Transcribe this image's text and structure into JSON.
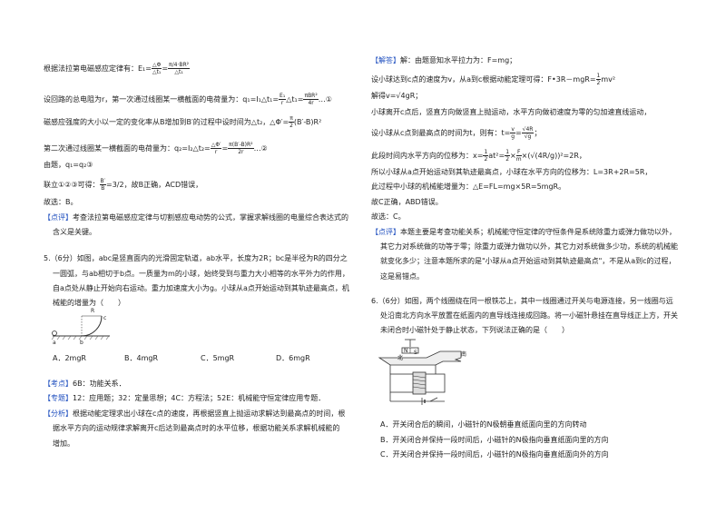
{
  "left": {
    "l1": "根据法拉第电磁感应定律有：E₁=",
    "l1_frac1_num": "△Φ",
    "l1_frac1_den": "△t₁",
    "l1_eq": "=",
    "l1_frac2_num": "π/4·BR²",
    "l1_frac2_den": "△t₁",
    "l2": "设回路的总电阻为r，第一次通过线圈某一横截面的电荷量为：q₁=I₁△t₁=",
    "l2_frac1_num": "E₁",
    "l2_frac1_den": "r",
    "l2_mid": "△t₁=",
    "l2_frac2_num": "πBR²",
    "l2_frac2_den": "4r",
    "l2_tail": "…①",
    "l3": "磁感应强度的大小以一定的变化率从B增加到B′的过程中设时间为△t₂，△Φ′=",
    "l3_frac_num": "π",
    "l3_frac_den": "2",
    "l3_tail": "(B′-B)R²",
    "l4": "第二次通过线圈某一横截面的电荷量为：q₂=I₂△t₂=",
    "l4_frac1_num": "△Φ′",
    "l4_frac1_den": "r",
    "l4_eq": "=",
    "l4_frac2_num": "π(B′-B)R²",
    "l4_frac2_den": "2r",
    "l4_tail": "…②",
    "l5": "由题，q₁=q₂③",
    "l6": "联立①②③可得：",
    "l6_frac_num": "B′",
    "l6_frac_den": "B",
    "l6_tail": "=3/2，故B正确，ACD错误，",
    "l7": "故选：B。",
    "l8_tag": "【点评】",
    "l8": "考查法拉第电磁感应定律与切割感应电动势的公式，掌握求解线圈的电量综合表达式的",
    "l9": "含义是关键。",
    "q5_1": "5.（6分）如图，abc是竖直面内的光滑固定轨道，ab水平，长度为2R；bc是半径为R的四分之",
    "q5_2": "一圆弧，与ab相切于b点。一质量为m的小球，始终受到与重力大小相等的水平外力的作用，",
    "q5_3": "自a点处从静止开始向右运动。重力加速度大小为g。小球从a点开始运动到其轨迹最高点，机",
    "q5_4": "械能的增量为（　　）",
    "fig5_r": "R",
    "fig5_c": "c",
    "fig5_a": "a",
    "fig5_b": "b",
    "opt_a": "A．2mgR",
    "opt_b": "B．4mgR",
    "opt_c": "C．5mgR",
    "opt_d": "D．6mgR",
    "kd_tag": "【考点】",
    "kd": "6B：功能关系．",
    "zt_tag": "【专题】",
    "zt": "12：应用题；32：定量思想；4C：方程法；52E：机械能守恒定律应用专题．",
    "fx_tag": "【分析】",
    "fx1": "根据动能定理求出小球在c点的速度，再根据竖直上抛运动求解达到最高点的时间，根",
    "fx2": "据水平方向的运动规律求解离开c后达到最高点时的水平位移，根据功能关系求解机械能的",
    "fx3": "增加。"
  },
  "right": {
    "r1_tag": "【解答】",
    "r1": "解：由题意知水平拉力为：F=mg；",
    "r2": "设小球达到c点的速度为v，从a到c根据动能定理可得：F•3R－mgR=",
    "r2_frac_num": "1",
    "r2_frac_den": "2",
    "r2_tail": "mv²",
    "r3": "解得v=√4gR；",
    "r4": "小球离开c点后，竖直方向做竖直上抛运动，水平方向做初速度为零的匀加速直线运动，",
    "r5": "设小球从c点到最高点的时间为t，则有：t=",
    "r5_frac1_num": "v",
    "r5_frac1_den": "g",
    "r5_eq": "=",
    "r5_frac2_num": "√4R",
    "r5_frac2_den": "√g",
    "r5_tail": "；",
    "r6": "此段时间内水平方向的位移为：x=",
    "r6_frac1_num": "1",
    "r6_frac1_den": "2",
    "r6_mid": "at²=",
    "r6_frac2_num": "1",
    "r6_frac2_den": "2",
    "r6_mid2": "×",
    "r6_frac3_num": "F",
    "r6_frac3_den": "m",
    "r6_tail": "×(√(4R/g))²=2R，",
    "r7": "所以小球从a点开始运动到其轨迹最高点，小球在水平方向的位移为：L=3R+2R=5R，",
    "r8": "此过程中小球的机械能增量为：△E=FL=mg×5R=5mgR。",
    "r9": "故C正确，ABD错误。",
    "r10": "故选：C。",
    "r11_tag": "【点评】",
    "r11": "本题主要是考查功能关系；机械能守恒定律的守恒条件是系统除重力或弹力做功以外，",
    "r12": "其它力对系统做的功等于零；除重力或弹力做功以外，其它力对系统做多少功，系统的机械能",
    "r13": "就变化多少；注意本题所求的是\"小球从a点开始运动到其轨迹最高点\"，不是从a到c的过程，",
    "r14": "这是易错点。",
    "q6_1": "6.（6分）如图，两个线圈绕在同一根铁芯上，其中一线圈通过开关与电源连接，另一线圈与远",
    "q6_2": "处沿南北方向水平放置在纸面内的直导线连接成回路。将一小磁针悬挂在直导线正上方，开关",
    "q6_3": "未闭合时小磁针处于静止状态，下列说法正确的是（　　）",
    "fig6_n": "N",
    "fig6_s": "S",
    "fig6_north": "北",
    "fig6_south": "南",
    "o6a": "A．开关闭合后的瞬间，小磁针的N极朝垂直纸面向里的方向转动",
    "o6b": "B．开关闭合并保持一段时间后，小磁针的N极指向垂直纸面向里的方向",
    "o6c": "C．开关闭合并保持一段时间后，小磁针的N极指向垂直纸面向外的方向"
  }
}
